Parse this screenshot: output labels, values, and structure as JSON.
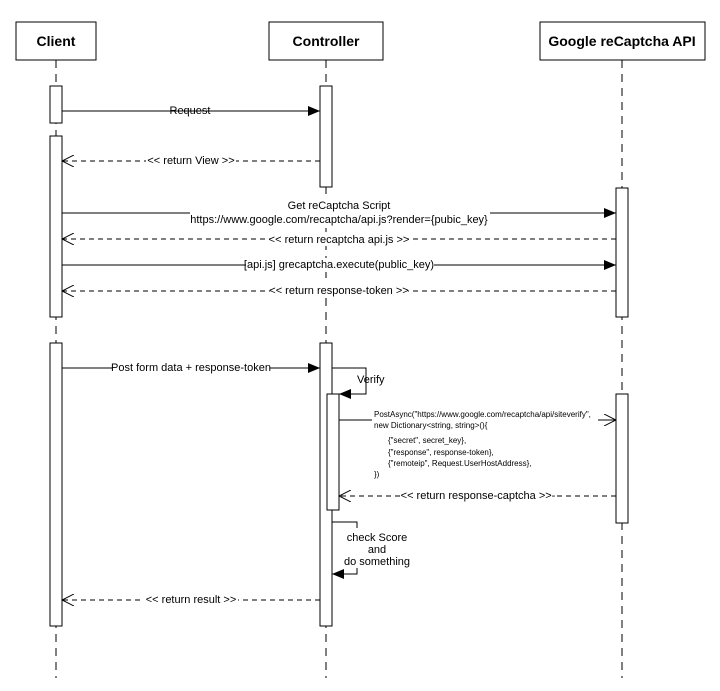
{
  "participants": {
    "client": "Client",
    "controller": "Controller",
    "google": "Google reCaptcha API"
  },
  "messages": {
    "request": "Request",
    "return_view": "<< return View >>",
    "get_script_line1": "Get reCaptcha Script",
    "get_script_line2": "https://www.google.com/recaptcha/api.js?render={pubic_key}",
    "return_api_js": "<< return recaptcha api.js >>",
    "execute": "[api.js] grecaptcha.execute(public_key)",
    "return_token": "<< return response-token >>",
    "post_form": "Post form data + response-token",
    "verify": "Verify",
    "post_async": [
      "PostAsync(\"https://www.google.com/recaptcha/api/siteverify\",",
      "new Dictionary<string, string>(){",
      "{\"secret\",  secret_key},",
      "{\"response\", response-token},",
      "{\"remoteip\", Request.UserHostAddress},",
      "})"
    ],
    "return_captcha": "<< return response-captcha >>-",
    "check_score": [
      "check Score",
      "and",
      "do something"
    ],
    "return_result": "<< return result >>"
  }
}
